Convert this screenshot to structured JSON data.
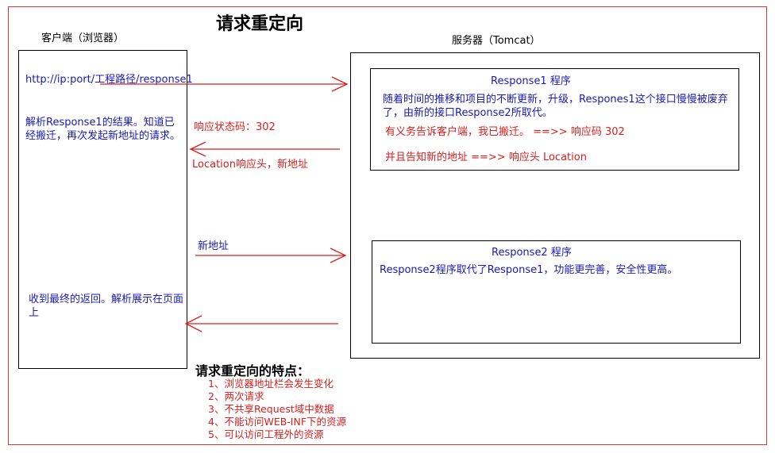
{
  "title": "请求重定向",
  "client": {
    "label": "客户端（浏览器）",
    "url": "http://ip:port/工程路径/response1",
    "parse_text": "解析Response1的结果。知道已经搬迁，再次发起新地址的请求。",
    "receive_text": "收到最终的返回。解析展示在页面上"
  },
  "server": {
    "label": "服务器（Tomcat）",
    "response1": {
      "title": "Response1 程序",
      "desc": "随着时间的推移和项目的不断更新，升级，Respones1这个接口慢慢被废弃了，由新的接口Response2所取代。",
      "line1": "有义务告诉客户端，我已搬迁。 ==>> 响应码 302",
      "line2": "并且告知新的地址  ==>> 响应头 Location"
    },
    "response2": {
      "title": "Response2 程序",
      "desc": "Response2程序取代了Response1，功能更完善，安全性更高。"
    }
  },
  "arrows": {
    "status_code": "响应状态码：302",
    "location_header": "Location响应头，新地址",
    "new_address": "新地址"
  },
  "features": {
    "title": "请求重定向的特点：",
    "items": [
      "1、浏览器地址栏会发生变化",
      "2、两次请求",
      "3、不共享Request域中数据",
      "4、不能访问WEB-INF下的资源",
      "5、可以访问工程外的资源"
    ]
  },
  "colors": {
    "accent_red": "#d81e1e",
    "text_blue": "#1a1ab4",
    "frame_red": "#d23a3a"
  }
}
